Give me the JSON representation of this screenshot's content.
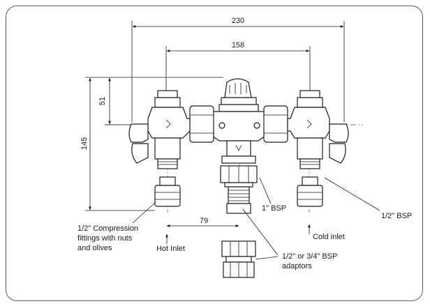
{
  "dimensions": {
    "overall_width": "230",
    "inlet_spacing": "158",
    "overall_height": "145",
    "top_height": "51",
    "hot_offset": "79"
  },
  "callouts": {
    "bsp_1inch": "1\" BSP",
    "bsp_half": "1/2\" BSP",
    "cold_inlet": "Cold inlet",
    "hot_inlet": "Hot Inlet",
    "compression_line1": "1/2\" Compression",
    "compression_line2": "fittings with nuts",
    "compression_line3": "and olives",
    "adaptors_line1": "1/2\" or 3/4\" BSP",
    "adaptors_line2": "adaptors"
  },
  "colors": {
    "frame": "#5a5a5a",
    "line": "#1a1a1a"
  }
}
